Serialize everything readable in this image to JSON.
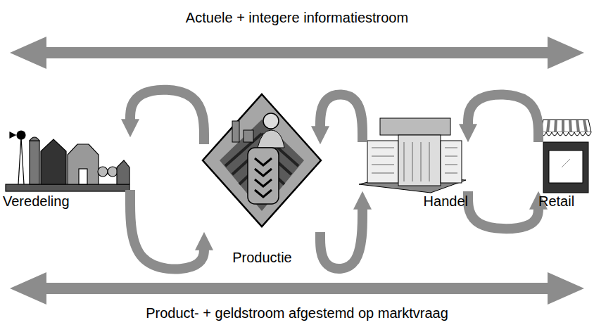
{
  "diagram": {
    "nodes": [
      {
        "text": [
          "Veredeling"
        ]
      },
      {
        "text": [
          "Productie"
        ]
      },
      {
        "text": [
          "Handel"
        ]
      },
      {
        "text": [
          "Retail"
        ]
      }
    ],
    "edges": [
      {
        "from": 1,
        "to": 0,
        "arrow": "to"
      },
      {
        "from": 2,
        "to": 1,
        "arrow": "to"
      },
      {
        "from": 3,
        "to": 2,
        "arrow": "to"
      },
      {
        "from": 0,
        "to": 1,
        "arrow": "to"
      },
      {
        "from": 1,
        "to": 2,
        "arrow": "to"
      },
      {
        "from": 2,
        "to": 3,
        "arrow": "to"
      }
    ],
    "labels": [
      "Actuele + integere informatiestroom",
      "Product- + geldstroom afgestemd op marktvraag"
    ]
  }
}
